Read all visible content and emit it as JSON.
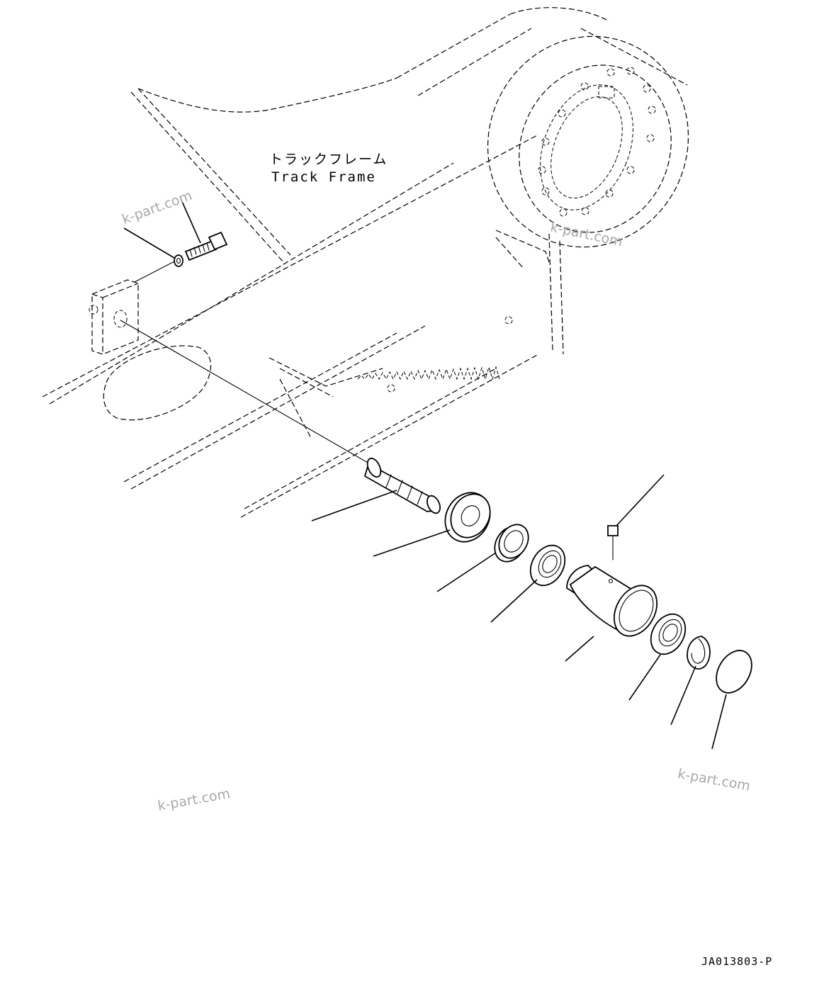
{
  "labels": {
    "frame_ja": "トラックフレーム",
    "frame_en": "Track Frame"
  },
  "watermarks": [
    "k-part.com",
    "k-part.com",
    "k-part.com",
    "k-part.com"
  ],
  "drawing_code": "JA013803-P",
  "icons": [
    "bolt-icon",
    "washer-icon",
    "shaft-icon",
    "seal-icon",
    "bearing-icon",
    "housing-icon",
    "snap-ring-icon",
    "cap-icon",
    "grease-fitting-icon"
  ]
}
